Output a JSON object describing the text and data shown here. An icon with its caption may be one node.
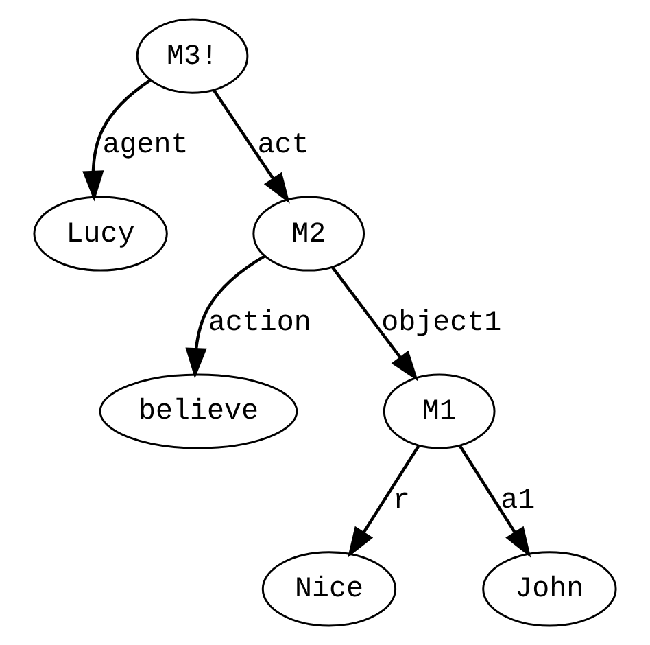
{
  "diagram": {
    "nodes": [
      {
        "text": [
          "M3!"
        ]
      },
      {
        "text": [
          "Lucy"
        ]
      },
      {
        "text": [
          "M2"
        ]
      },
      {
        "text": [
          "believe"
        ]
      },
      {
        "text": [
          "M1"
        ]
      },
      {
        "text": [
          "Nice"
        ]
      },
      {
        "text": [
          "John"
        ]
      }
    ],
    "edges": [
      {
        "from": 0,
        "to": 1,
        "arrow": "to",
        "label": "agent"
      },
      {
        "from": 0,
        "to": 2,
        "arrow": "to",
        "label": "act"
      },
      {
        "from": 2,
        "to": 3,
        "arrow": "to",
        "label": "action"
      },
      {
        "from": 2,
        "to": 4,
        "arrow": "to",
        "label": "object1"
      },
      {
        "from": 4,
        "to": 5,
        "arrow": "to",
        "label": "r"
      },
      {
        "from": 4,
        "to": 6,
        "arrow": "to",
        "label": "a1"
      }
    ]
  }
}
